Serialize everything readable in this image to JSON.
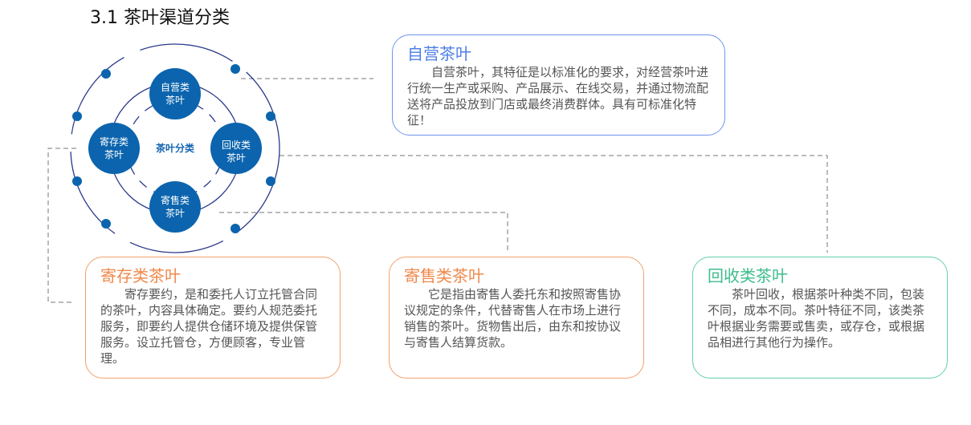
{
  "title": "3.1 茶叶渠道分类",
  "diagram": {
    "center_label": "茶叶分类",
    "nodes": {
      "self": [
        "自营类",
        "茶叶"
      ],
      "store": [
        "寄存类",
        "茶叶"
      ],
      "recycle": [
        "回收类",
        "茶叶"
      ],
      "consign": [
        "寄售类",
        "茶叶"
      ]
    },
    "colors": {
      "node": "#0b64ad",
      "ring": "#2a3a8a"
    }
  },
  "cards": {
    "self": {
      "title": "自营茶叶",
      "body": "自营茶叶，其特征是以标准化的要求，对经营茶叶进行统一生产或采购、产品展示、在线交易，并通过物流配送将产品投放到门店或最终消费群体。具有可标准化特征！"
    },
    "store": {
      "title": "寄存类茶叶",
      "body": "寄存要约，是和委托人订立托管合同的茶叶，内容具体确定。要约人规范委托服务，即要约人提供仓储环境及提供保管服务。设立托管仓，方便顾客，专业管理。"
    },
    "consign": {
      "title": "寄售类茶叶",
      "body": "它是指由寄售人委托东和按照寄售协议规定的条件，代替寄售人在市场上进行销售的茶叶。货物售出后，由东和按协议与寄售人结算货款。"
    },
    "recycle": {
      "title": "回收类茶叶",
      "body": "茶叶回收，根据茶叶种类不同，包装不同，成本不同。茶叶特征不同，该类茶叶根据业务需要或售卖，或存仓，或根据品相进行其他行为操作。"
    }
  }
}
